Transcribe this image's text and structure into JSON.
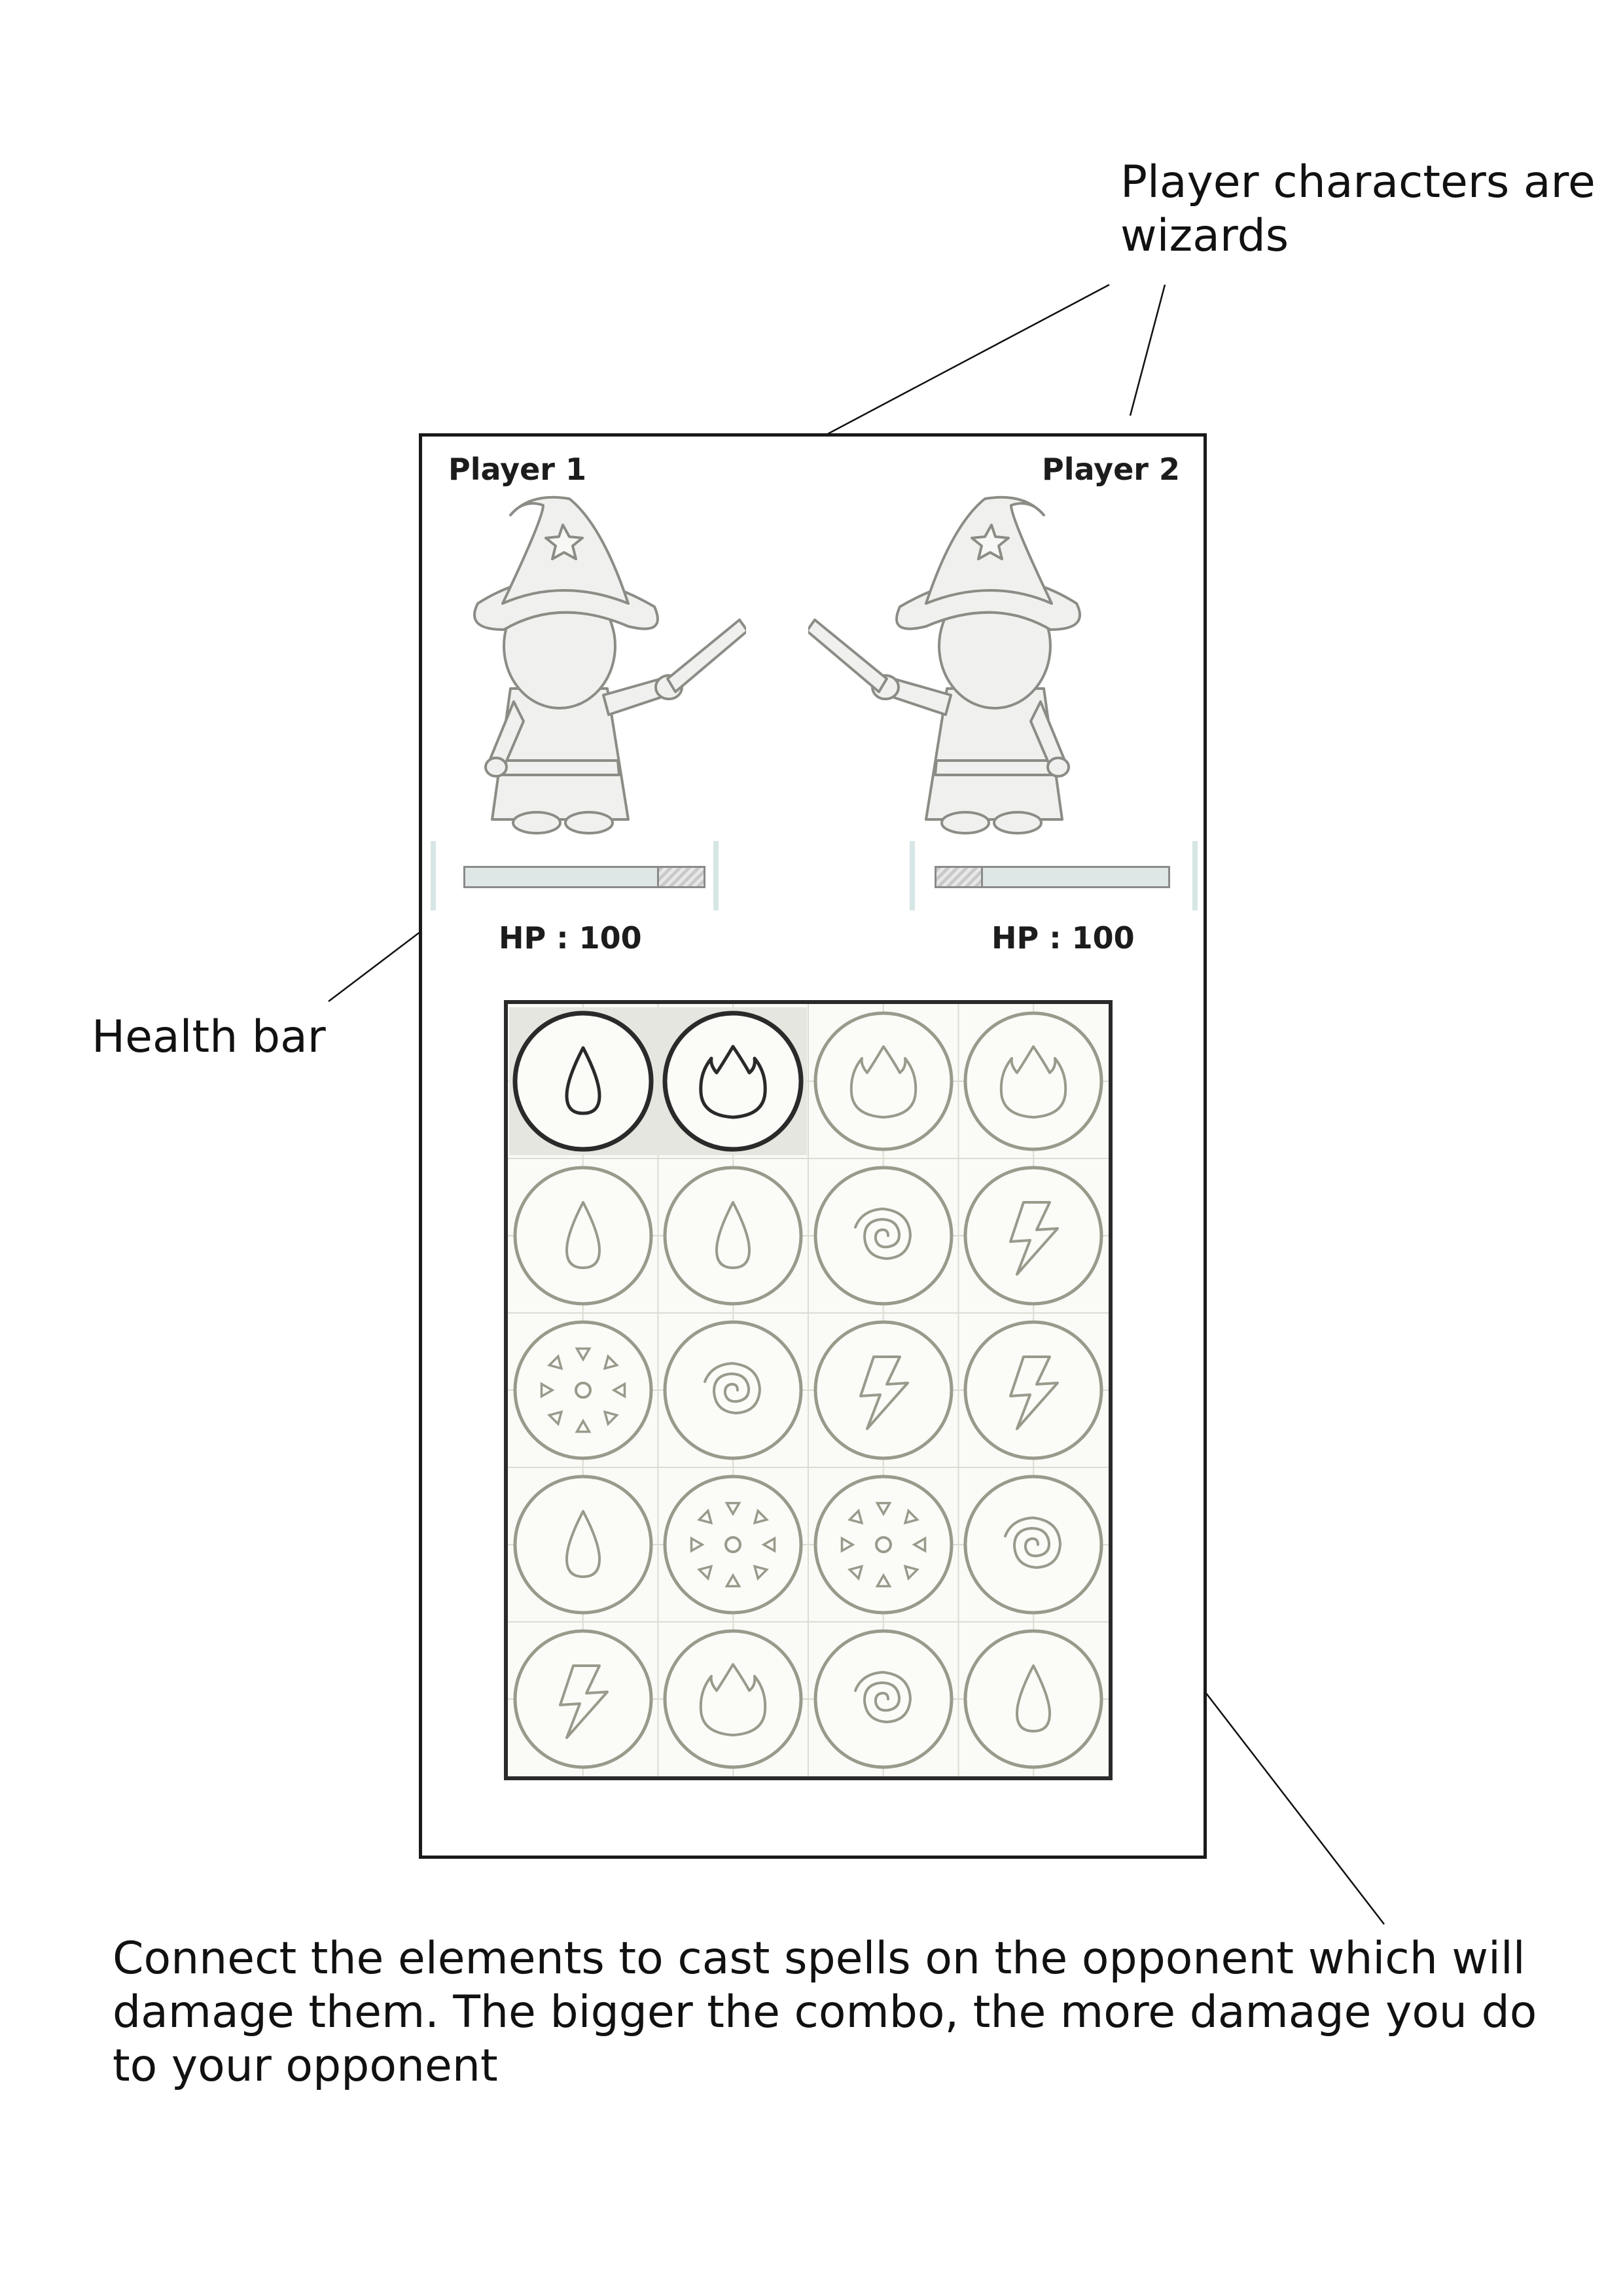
{
  "annotations": {
    "wizards": "Player characters are wizards",
    "health_bar": "Health bar",
    "connect": "Connect the elements to cast spells on the opponent which will damage them. The bigger the combo, the more damage you do to your opponent"
  },
  "players": [
    {
      "label": "Player 1",
      "hp_text": "HP : 100",
      "hp": 100
    },
    {
      "label": "Player 2",
      "hp_text": "HP : 100",
      "hp": 100
    }
  ],
  "board": {
    "rows": 5,
    "cols": 4,
    "tiles": [
      [
        "water",
        "fire",
        "fire",
        "fire"
      ],
      [
        "water",
        "water",
        "wind",
        "lightning"
      ],
      [
        "earth",
        "wind",
        "lightning",
        "lightning"
      ],
      [
        "water",
        "earth",
        "earth",
        "wind"
      ],
      [
        "lightning",
        "fire",
        "wind",
        "water"
      ]
    ],
    "selected": [
      [
        0,
        0
      ],
      [
        0,
        1
      ]
    ]
  },
  "colors": {
    "sketch": "#9a9a8c",
    "dark": "#2a2a2a",
    "paper": "#fafaf7"
  }
}
